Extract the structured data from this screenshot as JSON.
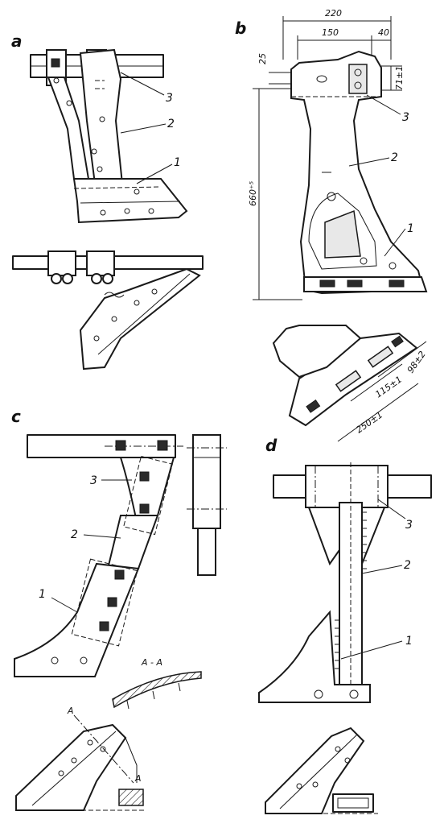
{
  "panels": {
    "a": {
      "label": "a",
      "parts": [
        "1",
        "2",
        "3"
      ]
    },
    "b": {
      "label": "b",
      "parts": [
        "1",
        "2",
        "3"
      ],
      "dimensions": {
        "width_total": "220",
        "width_mid": "150",
        "width_small": "40",
        "top_offset": "25",
        "hole_height": "71±1",
        "height_total": "660⁺⁵",
        "pitch_1": "115±1",
        "pitch_2": "98±2",
        "pitch_3": "250±1"
      }
    },
    "c": {
      "label": "c",
      "parts": [
        "1",
        "2",
        "3"
      ],
      "section_title": "A - A",
      "section_mark": "A"
    },
    "d": {
      "label": "d",
      "parts": [
        "1",
        "2",
        "3"
      ]
    }
  }
}
